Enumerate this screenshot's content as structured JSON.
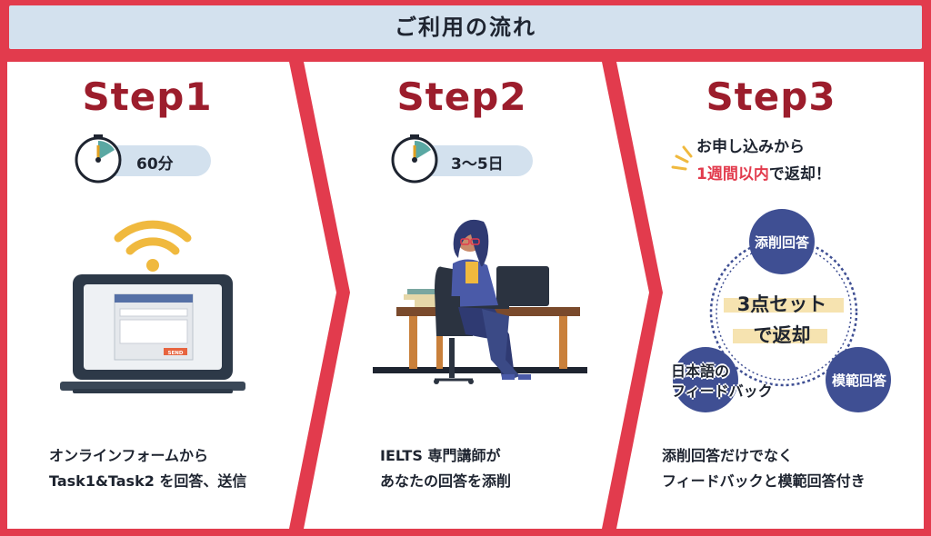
{
  "header": {
    "title": "ご利用の流れ"
  },
  "steps": [
    {
      "title": "Step1",
      "duration": "60分",
      "caption_line1": "オンラインフォームから",
      "caption_line2": "Task1&Task2 を回答、送信"
    },
    {
      "title": "Step2",
      "duration": "3〜5日",
      "caption_line1": "IELTS 専門講師が",
      "caption_line2": "あなたの回答を添削"
    },
    {
      "title": "Step3",
      "note_line1": "お申し込みから",
      "note_highlight": "1週間以内",
      "note_rest": "で返却！",
      "caption_line1": "添削回答だけでなく",
      "caption_line2": "フィードバックと模範回答付き"
    }
  ],
  "form_mock": {
    "send_label": "SEND"
  },
  "cycle": {
    "center_line1": "3点セット",
    "center_line2": "で返却",
    "items": [
      "添削回答",
      "日本語の",
      "フィードバック",
      "模範回答"
    ]
  },
  "colors": {
    "accent": "#e23b4d",
    "title": "#9c1d2c",
    "navy": "#3f4f93",
    "pill": "#d3e1ee"
  }
}
